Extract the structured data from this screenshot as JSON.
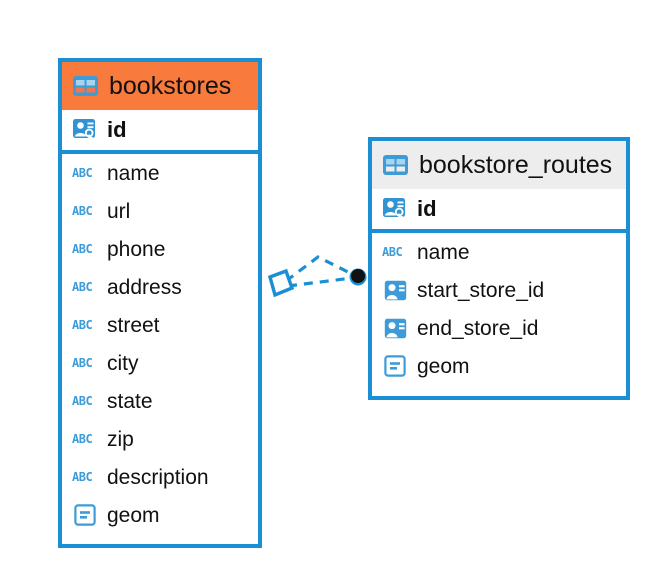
{
  "diagram": {
    "type": "entity-relationship-diagram",
    "background_color": "#ffffff",
    "accent_color": "#1b8fd4",
    "highlight_color": "#f97a3d"
  },
  "entities": [
    {
      "name": "bookstores",
      "title": "bookstores",
      "header_icon": "table-grid-icon",
      "header_color": "#f97a3d",
      "border_color": "#1b8fd4",
      "primary_key": {
        "label": "id",
        "icon": "primary-key-icon"
      },
      "fields": [
        {
          "label": "name",
          "icon": "abc-text-icon",
          "icon_text": "ABC"
        },
        {
          "label": "url",
          "icon": "abc-text-icon",
          "icon_text": "ABC"
        },
        {
          "label": "phone",
          "icon": "abc-text-icon",
          "icon_text": "ABC"
        },
        {
          "label": "address",
          "icon": "abc-text-icon",
          "icon_text": "ABC"
        },
        {
          "label": "street",
          "icon": "abc-text-icon",
          "icon_text": "ABC"
        },
        {
          "label": "city",
          "icon": "abc-text-icon",
          "icon_text": "ABC"
        },
        {
          "label": "state",
          "icon": "abc-text-icon",
          "icon_text": "ABC"
        },
        {
          "label": "zip",
          "icon": "abc-text-icon",
          "icon_text": "ABC"
        },
        {
          "label": "description",
          "icon": "abc-text-icon",
          "icon_text": "ABC"
        },
        {
          "label": "geom",
          "icon": "geometry-icon",
          "icon_text": ""
        }
      ]
    },
    {
      "name": "bookstore_routes",
      "title": "bookstore_routes",
      "header_icon": "table-grid-icon",
      "header_color": "#ededed",
      "border_color": "#1b8fd4",
      "primary_key": {
        "label": "id",
        "icon": "primary-key-icon"
      },
      "fields": [
        {
          "label": "name",
          "icon": "abc-text-icon",
          "icon_text": "ABC"
        },
        {
          "label": "start_store_id",
          "icon": "foreign-key-icon",
          "icon_text": ""
        },
        {
          "label": "end_store_id",
          "icon": "foreign-key-icon",
          "icon_text": ""
        },
        {
          "label": "geom",
          "icon": "geometry-icon",
          "icon_text": ""
        }
      ]
    }
  ],
  "relationship": {
    "name": "bookstores-to-bookstore-routes",
    "line_style": "dashed",
    "line_color": "#1b8fd4",
    "source_marker": "diamond-open",
    "target_marker": "filled-circle",
    "target_marker_color": "#111111",
    "source_entity": "bookstores",
    "target_entity": "bookstore_routes"
  }
}
